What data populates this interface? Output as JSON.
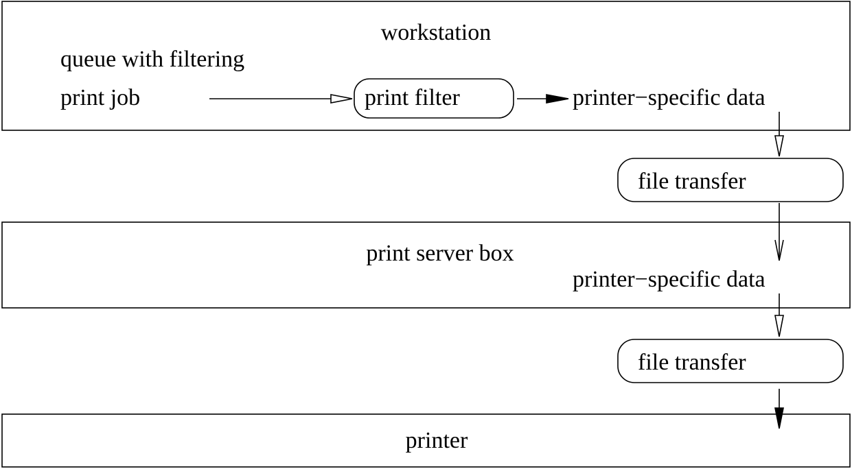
{
  "workstation": {
    "title": "workstation",
    "queue_label": "queue with filtering",
    "print_job_label": "print job",
    "print_filter_label": "print filter",
    "output_label": "printer−specific data"
  },
  "transfer_1": {
    "label": "file transfer"
  },
  "print_server": {
    "title": "print server box",
    "data_label": "printer−specific data"
  },
  "transfer_2": {
    "label": "file transfer"
  },
  "printer": {
    "title": "printer"
  },
  "colors": {
    "line": "#000000",
    "background": "#ffffff"
  }
}
